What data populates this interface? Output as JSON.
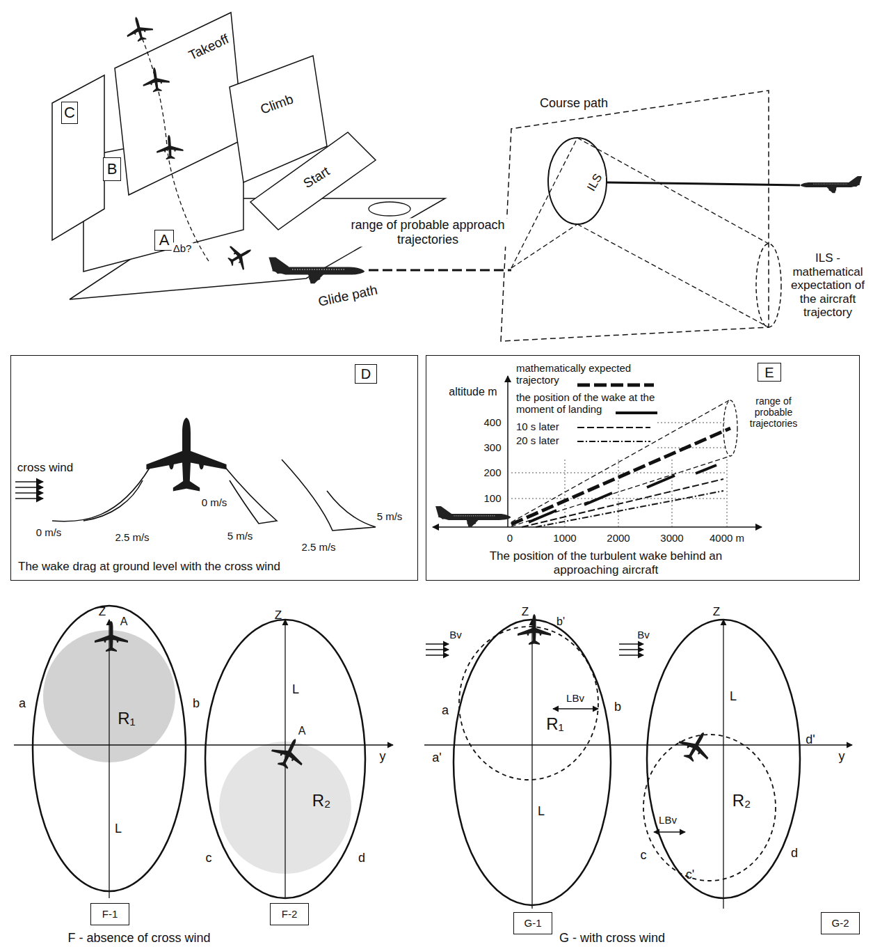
{
  "diagram": {
    "nodes": [
      {
        "text": [
          "C"
        ]
      },
      {
        "text": [
          "B"
        ]
      },
      {
        "text": [
          "A"
        ]
      },
      {
        "text": [
          "The wake drag at ground level with the cross wind"
        ]
      },
      {
        "text": [
          "D"
        ],
        "in": 3
      },
      {
        "text": [
          "The position of the turbulent wake behind an approaching aircraft"
        ]
      },
      {
        "text": [
          "E"
        ],
        "in": 5
      },
      {
        "text": [
          "F-1"
        ]
      },
      {
        "text": [
          "F-2"
        ]
      },
      {
        "text": [
          "G-1"
        ]
      },
      {
        "text": [
          "G-2"
        ]
      }
    ],
    "labels": [
      "Takeoff",
      "Climb",
      "Start",
      "Δb?",
      "Course path",
      "range of probable approach trajectories",
      "Glide path",
      "ILS",
      "ILS - mathematical expectation of the aircraft trajectory",
      "cross wind",
      "0 m/s",
      "2.5 m/s",
      "0 m/s",
      "5 m/s",
      "2.5 m/s",
      "5 m/s",
      "altitude m",
      "400",
      "300",
      "200",
      "100",
      "0",
      "1000",
      "2000",
      "3000",
      "4000 m",
      "range of probable trajectories",
      "Z",
      "A",
      "a",
      "b",
      "R₁",
      "L",
      "Z",
      "L",
      "A",
      "R₂",
      "c",
      "d",
      "y",
      "F - absence of cross wind",
      "Z",
      "b'",
      "Bv",
      "a",
      "R₁",
      "LBv",
      "b",
      "a'",
      "L",
      "Z",
      "Bv",
      "L",
      "d'",
      "y",
      "R₂",
      "LBv",
      "c",
      "d",
      "c'",
      "G - with cross wind"
    ],
    "legend": [
      {
        "text": "mathematically expected trajectory"
      },
      {
        "text": "the position of the wake at the moment of landing"
      },
      {
        "text": "10 s later"
      },
      {
        "text": "20 s later"
      }
    ]
  }
}
